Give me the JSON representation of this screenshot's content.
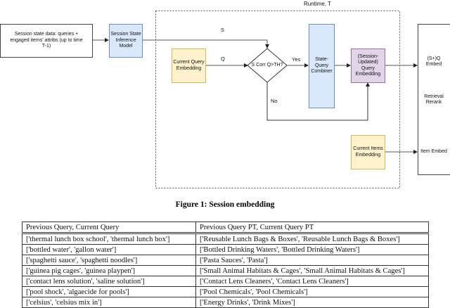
{
  "diagram": {
    "runtime_label": "Runtime, T",
    "session_state_data": "Session state data: queries + engaged items' attribs (up to time T-1)",
    "session_state_model": "Session State Inference Model",
    "current_query_embedding": "Current Query Embedding",
    "decision": "S Corr Q>TH?",
    "combiner": "State-Query Combiner",
    "updated_query_embedding": "(Session-Updated) Query Embedding",
    "current_items_embedding": "Current Items Embedding",
    "edge_s": "S",
    "edge_q": "Q",
    "edge_yes": "Yes",
    "edge_no": "No",
    "retrieval_outputs": {
      "sq_embed": "(S+)Q Embed",
      "retrieval_rerank": "Retrieval Rerank",
      "item_embed": "Item Embed"
    },
    "colors": {
      "blue": "#dae8fc",
      "yellow": "#fff2cc",
      "purple": "#e1d5e7"
    }
  },
  "caption": "Figure 1: Session embedding",
  "table": {
    "headers": [
      "Previous Query, Current Query",
      "Previous Query PT, Current Query PT"
    ],
    "rows": [
      [
        "['thermal lunch box school', 'thermal lunch box']",
        "['Reusable Lunch Bags & Boxes', 'Reusable Lunch Bags & Boxes']"
      ],
      [
        "['bottled water', 'gallon water']",
        "['Bottled Drinking Waters', 'Bottled Drinking Waters']"
      ],
      [
        "['spaghetti sauce', 'spaghetti noodles']",
        "['Pasta Sauces', 'Pasta']"
      ],
      [
        "['guinea pig cages', 'guinea playpen']",
        "['Small Animal Habitats & Cages', 'Small Animal Habitats & Cages']"
      ],
      [
        "['contact lens solution', 'saline solution']",
        "['Contact Lens Cleaners', 'Contact Lens Cleaners']"
      ],
      [
        "['pool shock', 'algaecide for pools']",
        "['Pool Chemicals', 'Pool Chemicals']"
      ],
      [
        "['celsius', 'celsius mix in']",
        "['Energy Drinks', 'Drink Mixes']"
      ]
    ]
  }
}
